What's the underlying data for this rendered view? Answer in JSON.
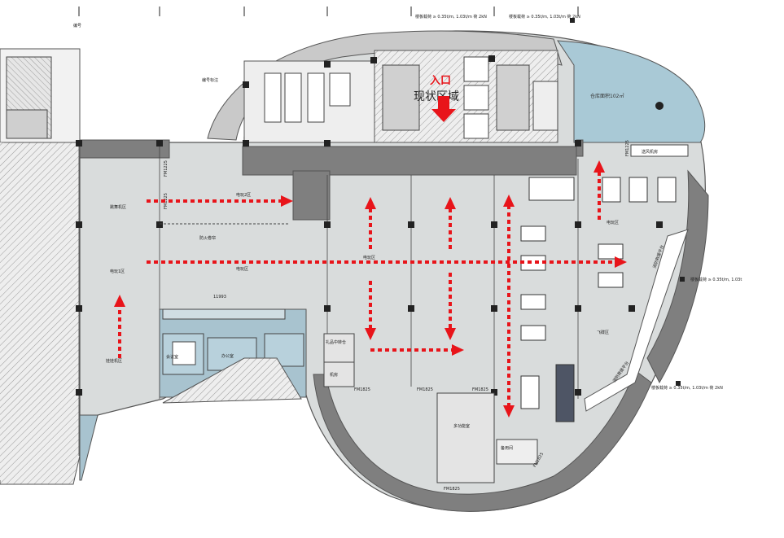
{
  "labels": {
    "entrance": "入口",
    "existing_area": "现状区域",
    "warehouse": "仓库面积102㎡",
    "ventilation_room": "送风机房",
    "dance_machine_zone": "跳舞机区",
    "arcade_zone_2": "电玩2区",
    "arcade_zone_1": "电玩1区",
    "arcade_zone_main": "电玩区",
    "arcade_zone_center": "电玩区",
    "arcade_zone_right": "电玩区",
    "fire_shutter": "防火卷帘",
    "prize_zone": "娃娃机区",
    "office": "办公室",
    "meeting_room": "会议室",
    "cashier": "礼品中转仓",
    "machine_room": "机房",
    "multi_room": "多功能室",
    "standby_room": "备用间",
    "racing_zone": "飞碟区",
    "fire_platform_1": "消防救援平台",
    "fire_platform_2": "消防救援平台",
    "dim_top": "11993",
    "door_fm1": "FM1225",
    "door_fm2": "FM1225",
    "door_fm3": "FM1825",
    "door_fm4": "FM1825",
    "door_fm5": "FM1825",
    "door_fm6": "FM1825",
    "door_fm7": "FM1225",
    "door_fm8": "FM1825",
    "note_top_1": "楼板载荷 ≥ 0.35t/m, 1.03t/m 荷 2kN",
    "note_top_2": "楼板载荷 ≥ 0.35t/m, 1.03t/m 荷 2kN",
    "note_right_1": "楼板载荷 ≥ 0.35t/m, 1.03t",
    "note_right_2": "楼板载荷 ≥ 0.35t/m, 1.03t/m 荷 2kN",
    "note_left_top": "编号",
    "note_mid_top": "编号标注"
  },
  "colors": {
    "floor": "#d9dcdc",
    "wall": "#7f7f7f",
    "dark_wall": "#5a5a5a",
    "warehouse_blue": "#a9c9d6",
    "office_blue": "#a8c3cf",
    "arrow_red": "#e8141a",
    "grid_line": "#222222"
  },
  "icons": {
    "entry_arrow": "down-arrow-icon",
    "flow_arrows": "dashed-arrow-icon"
  }
}
